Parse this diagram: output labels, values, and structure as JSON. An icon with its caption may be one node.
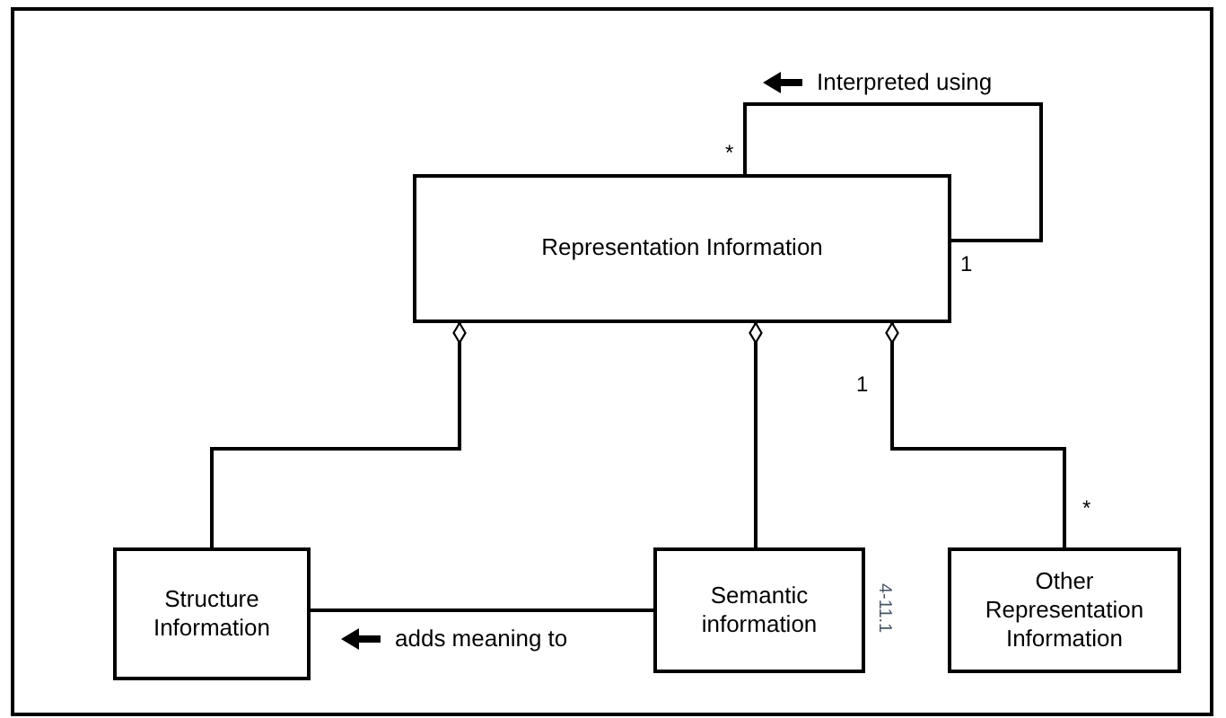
{
  "diagram": {
    "nodes": [
      {
        "text": [
          "Representation Information"
        ]
      },
      {
        "text": [
          "Structure Information"
        ]
      },
      {
        "text": [
          "Semantic information"
        ],
        "beside": [
          "4-11.1"
        ]
      },
      {
        "text": [
          "Other Representation Information"
        ]
      }
    ],
    "edges": [
      {
        "from": 0,
        "to": 0,
        "arrow": "none",
        "label": "Interpreted using"
      },
      {
        "from": 1,
        "to": 0,
        "arrow": "other"
      },
      {
        "from": 2,
        "to": 0,
        "arrow": "other"
      },
      {
        "from": 3,
        "to": 0,
        "arrow": "other"
      },
      {
        "from": 2,
        "to": 1,
        "arrow": "none",
        "label": "adds meaning to"
      }
    ],
    "labels": [
      "*",
      "1",
      "1",
      "*"
    ]
  }
}
